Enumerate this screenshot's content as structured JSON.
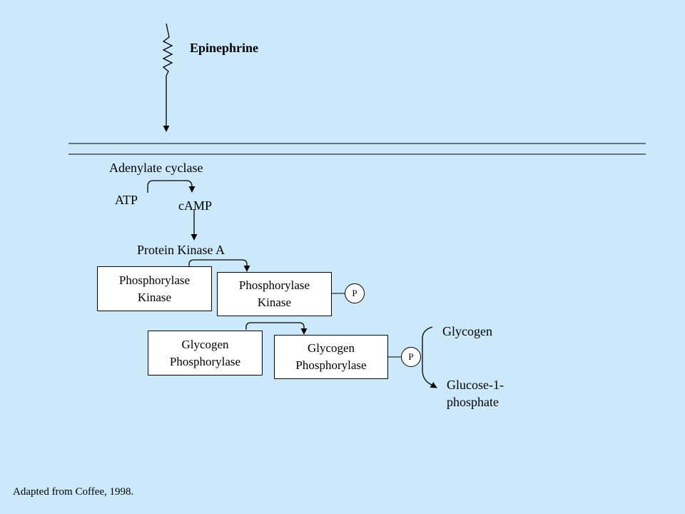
{
  "diagram": {
    "hormone": "Epinephrine",
    "enzyme_adenylate": "Adenylate cyclase",
    "substrate_atp": "ATP",
    "product_camp": "cAMP",
    "enzyme_pka": "Protein Kinase A",
    "phos_kinase_inactive": [
      "Phosphorylase",
      "Kinase"
    ],
    "phos_kinase_active": [
      "Phosphorylase",
      "Kinase"
    ],
    "glycogen_phos_inactive": [
      "Glycogen",
      "Phosphorylase"
    ],
    "glycogen_phos_active": [
      "Glycogen",
      "Phosphorylase"
    ],
    "phosphate_label_1": "P",
    "phosphate_label_2": "P",
    "substrate_glycogen": "Glycogen",
    "product_g1p": [
      "Glucose-1-",
      "phosphate"
    ]
  },
  "footer": {
    "credit": "Adapted from Coffee, 1998."
  },
  "colors": {
    "background": "#cce8fb",
    "box": "#ffffff",
    "line": "#000000"
  }
}
